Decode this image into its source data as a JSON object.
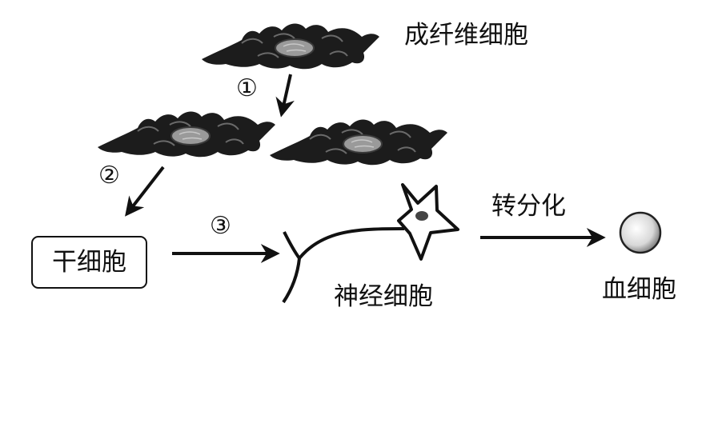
{
  "labels": {
    "fibroblast": "成纤维细胞",
    "stem_cell": "干细胞",
    "neuron": "神经细胞",
    "blood_cell": "血细胞",
    "transdifferentiation": "转分化"
  },
  "steps": {
    "step1": "①",
    "step2": "②",
    "step3": "③"
  },
  "colors": {
    "ink": "#111111",
    "cell_body": "#1c1c1c",
    "nucleus": "#9a9a9a",
    "blood_cell_fill": "#d8d8d8"
  }
}
